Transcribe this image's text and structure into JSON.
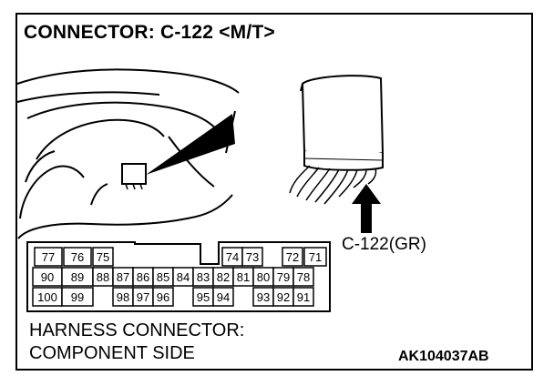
{
  "title": "CONNECTOR: C-122 <M/T>",
  "connector_callout": "C-122(GR)",
  "harness_note": {
    "line1": "HARNESS CONNECTOR:",
    "line2": "COMPONENT SIDE"
  },
  "figure_code": "AK104037AB",
  "colors": {
    "ink": "#000000",
    "paper": "#ffffff"
  },
  "connector_pins": {
    "row1": [
      "77",
      "76",
      "75",
      "",
      "",
      "",
      "",
      "",
      "",
      "74",
      "73",
      "",
      "72",
      "71"
    ],
    "row2": [
      "90",
      "89",
      "88",
      "87",
      "86",
      "85",
      "84",
      "83",
      "82",
      "81",
      "80",
      "79",
      "78"
    ],
    "row3": [
      "100",
      "99",
      "",
      "98",
      "97",
      "96",
      "",
      "95",
      "94",
      "",
      "93",
      "92",
      "91"
    ]
  }
}
